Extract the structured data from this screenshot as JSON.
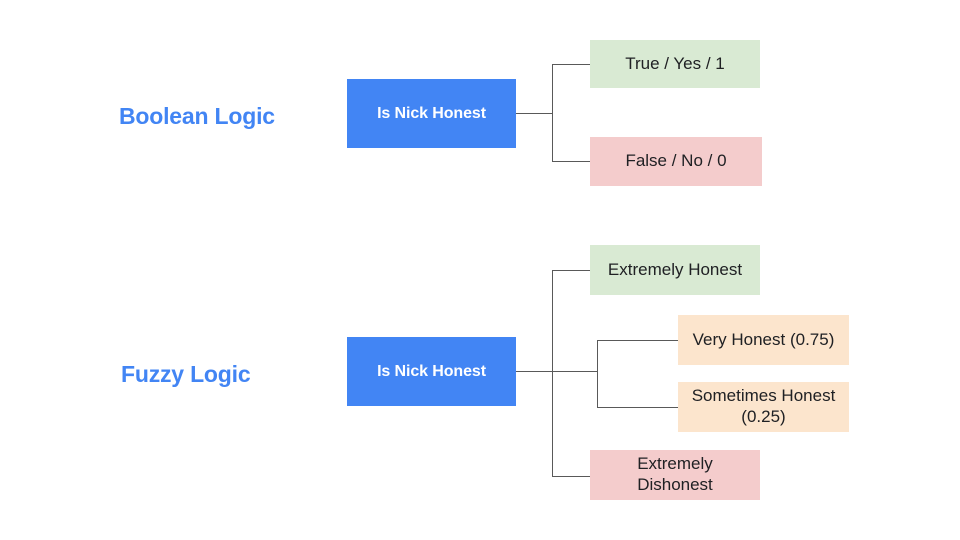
{
  "sections": [
    {
      "id": "boolean",
      "label": "Boolean Logic",
      "root": {
        "label": "Is Nick Honest"
      },
      "leaves": [
        {
          "label": "True / Yes / 1",
          "tone": "green"
        },
        {
          "label": "False / No / 0",
          "tone": "pink"
        }
      ]
    },
    {
      "id": "fuzzy",
      "label": "Fuzzy Logic",
      "root": {
        "label": "Is Nick Honest"
      },
      "leaves": [
        {
          "label": "Extremely Honest",
          "tone": "green"
        },
        {
          "label": "Very Honest (0.75)",
          "tone": "peach"
        },
        {
          "label": "Sometimes Honest (0.25)",
          "tone": "peach"
        },
        {
          "label": "Extremely Dishonest",
          "tone": "pink"
        }
      ]
    }
  ],
  "colors": {
    "accent_blue": "#4285f4",
    "node_green": "#d9ead3",
    "node_pink": "#f4cccc",
    "node_peach": "#fce5cd",
    "connector": "#595959",
    "background": "#ffffff",
    "text_dark": "#202124",
    "text_light": "#ffffff"
  }
}
